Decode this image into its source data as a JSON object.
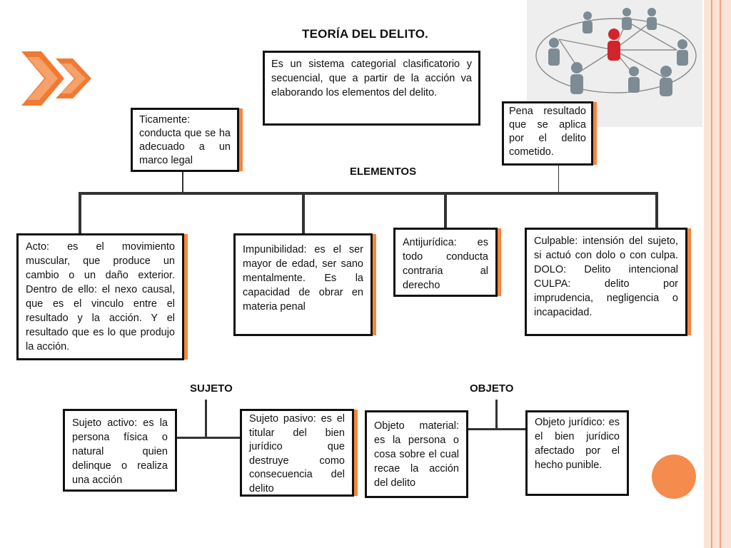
{
  "title": "TEORÍA DEL DELITO.",
  "definition": "Es un sistema categorial clasificatorio y secuencial, que a partir de la acción va elaborando los elementos del delito.",
  "left_note": "Ticamente: conducta que se ha adecuado a un marco legal",
  "right_note": "Pena resultado que se aplica por el delito cometido.",
  "elementos_heading": "ELEMENTOS",
  "elements": {
    "acto": "Acto: es el movimiento muscular, que produce un cambio o un daño exterior. Dentro de ello: el nexo causal, que es el vinculo entre el resultado y la acción. Y el resultado que es lo que produjo la acción.",
    "impunibilidad": "Impunibilidad: es el ser mayor de edad, ser sano mentalmente. Es la capacidad de obrar en materia penal",
    "antijuridica": "Antijurídica: es todo conducta contraria al derecho",
    "culpable": "Culpable: intensión del sujeto, si actuó con dolo o con culpa. DOLO: Delito intencional CULPA: delito por imprudencia, negligencia o incapacidad."
  },
  "sujeto": {
    "heading": "SUJETO",
    "activo": "Sujeto activo: es la persona física o natural quien delinque o realiza una acción",
    "pasivo": "Sujeto pasivo: es el titular del bien jurídico que destruye como consecuencia del delito"
  },
  "objeto": {
    "heading": "OBJETO",
    "material": "Objeto material: es la persona o cosa sobre el cual recae la acción del delito",
    "juridico": "Objeto jurídico: es el bien jurídico afectado por el hecho punible."
  },
  "colors": {
    "accent": "#f4863f",
    "border": "#111111",
    "edge": "#fbe3d6"
  },
  "icons": [
    "double-chevron-icon",
    "people-network-image",
    "orange-circle-icon"
  ]
}
